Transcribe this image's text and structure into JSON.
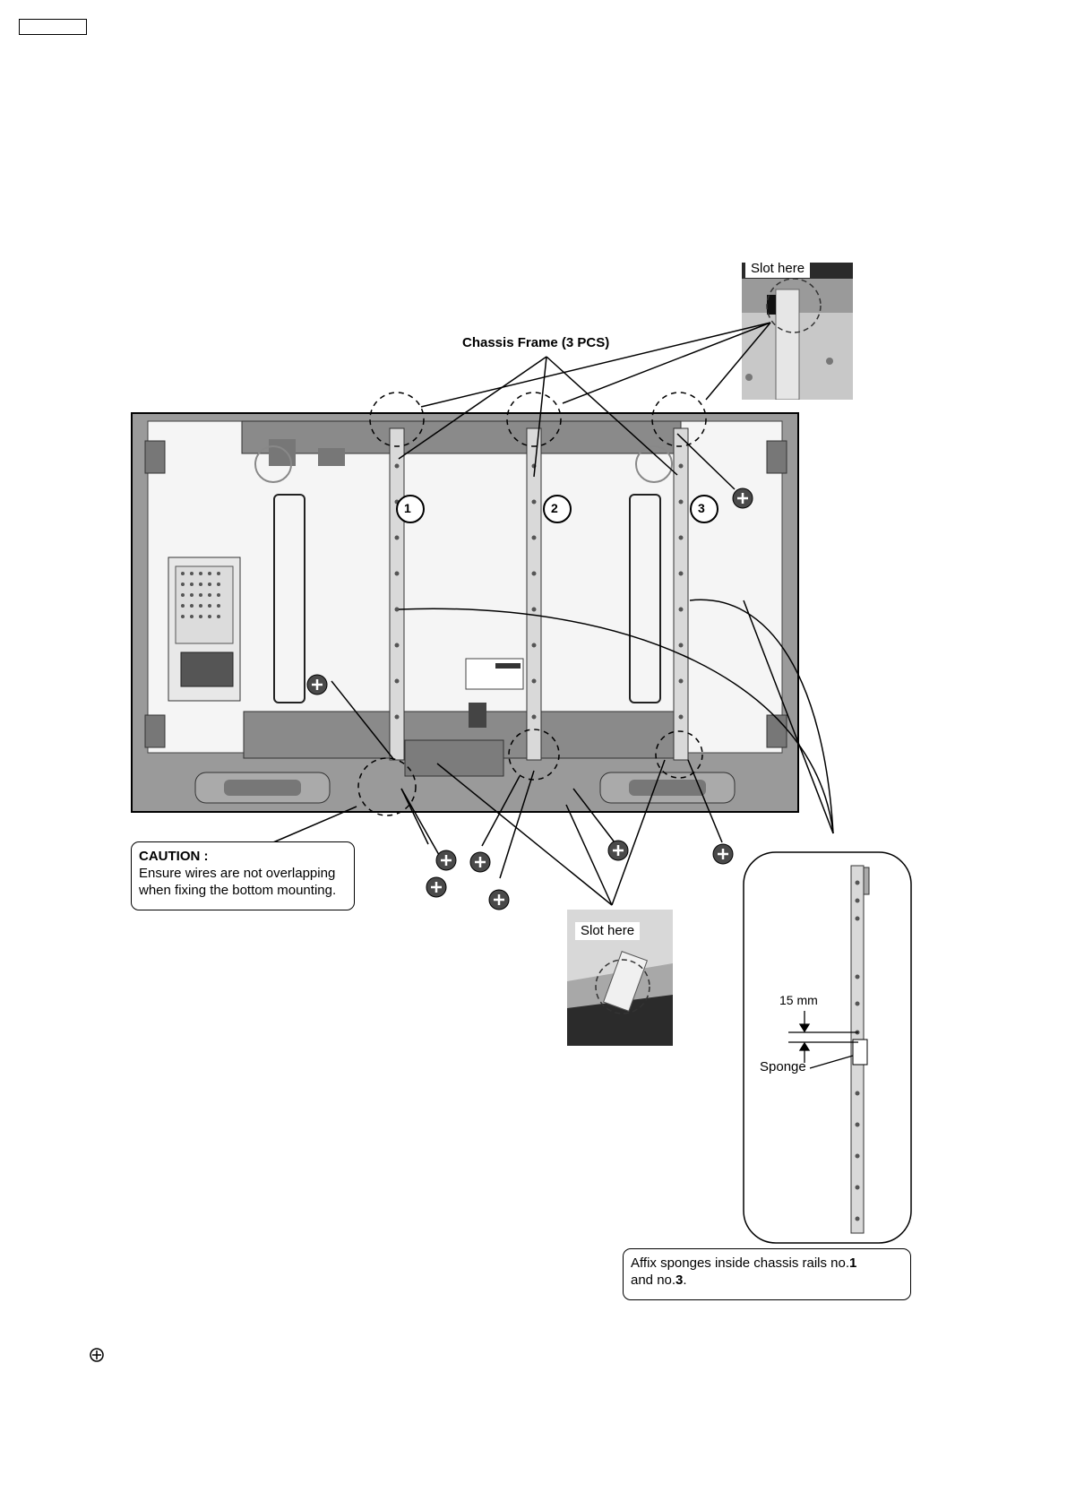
{
  "diagram": {
    "chassis_frame_label": "Chassis Frame (3 PCS)",
    "slot_here_top": "Slot here",
    "slot_here_bottom": "Slot here",
    "rail_numbers": [
      "1",
      "2",
      "3"
    ],
    "caution": {
      "heading": "CAUTION :",
      "line1": "Ensure wires are not overlapping",
      "line2": "when fixing the bottom mounting."
    },
    "detail": {
      "dimension": "15 mm",
      "sponge": "Sponge"
    },
    "affix_note": {
      "text1": "Affix sponges inside chassis rails no.",
      "num1": "1",
      "text2": "and no.",
      "num2": "3",
      "text3": "."
    },
    "colors": {
      "line": "#000000",
      "panel_gray": "#8a8a8a",
      "panel_light": "#f2f2f2",
      "screw": "#4a4a4a"
    }
  }
}
